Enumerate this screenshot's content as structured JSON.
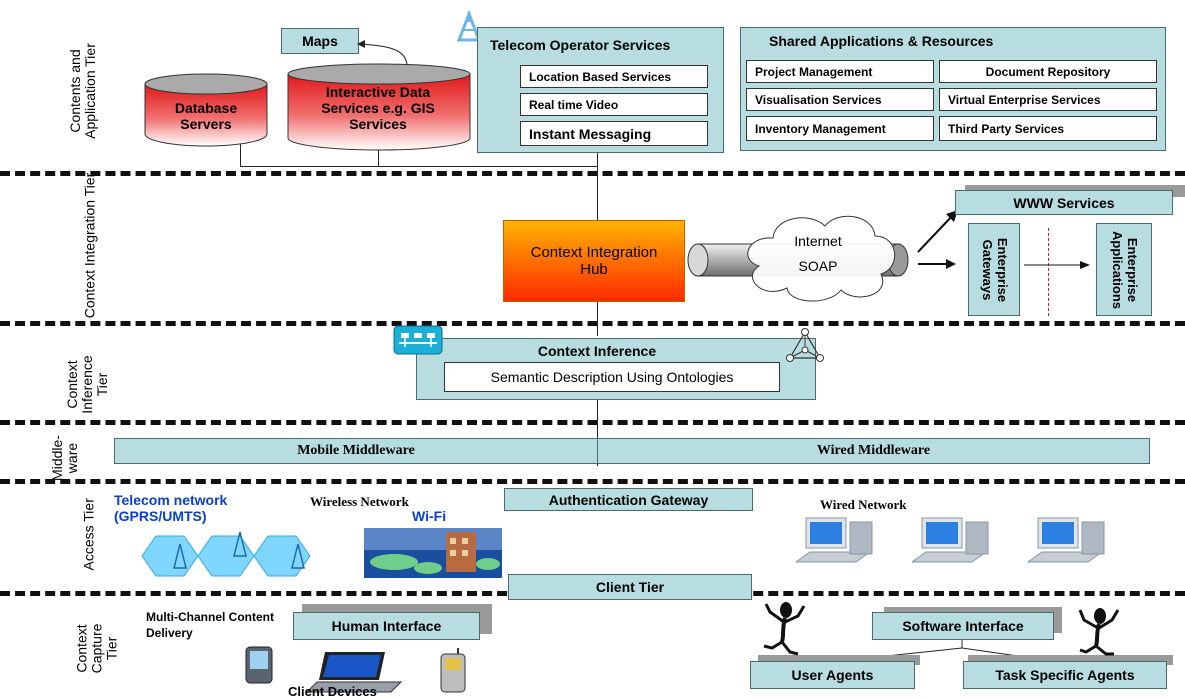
{
  "tiers": [
    "Contents and Application Tier",
    "Context Integration Tier",
    "Context Inference Tier",
    "Middle-ware",
    "Access Tier",
    "Context Capture Tier"
  ],
  "content_tier": {
    "maps": "Maps",
    "database_servers": "Database Servers",
    "interactive_data": "Interactive Data Services e.g. GIS Services",
    "telecom_title": "Telecom Operator Services",
    "telecom_items": [
      "Location Based Services",
      "Real time Video",
      "Instant Messaging"
    ],
    "shared_title": "Shared Applications & Resources",
    "shared_items": [
      "Project Management",
      "Document Repository",
      "Visualisation Services",
      "Virtual Enterprise Services",
      "Inventory Management",
      "Third Party Services"
    ]
  },
  "integration_tier": {
    "hub": "Context Integration Hub",
    "internet": "Internet",
    "soap": "SOAP",
    "www": "WWW Services",
    "gateways": "Enterprise Gateways",
    "applications": "Enterprise Applications"
  },
  "inference_tier": {
    "title": "Context Inference",
    "semantic": "Semantic Description Using Ontologies"
  },
  "middleware": {
    "mobile": "Mobile Middleware",
    "wired": "Wired Middleware"
  },
  "access_tier": {
    "telecom_network": "Telecom network (GPRS/UMTS)",
    "wireless_network": "Wireless Network",
    "wifi": "Wi-Fi",
    "auth_gateway": "Authentication Gateway",
    "wired_network": "Wired Network",
    "client_tier": "Client Tier"
  },
  "capture_tier": {
    "multichannel": "Multi-Channel Content Delivery",
    "human_interface": "Human Interface",
    "software_interface": "Software Interface",
    "user_agents": "User Agents",
    "task_agents": "Task Specific Agents",
    "client_devices": "Client Devices"
  },
  "colors": {
    "box": "#b7dde0",
    "red": "#d92020",
    "hub_top": "#ffb300",
    "hub_bottom": "#ff2a00",
    "blue_text": "#0a3fcf",
    "network_blue": "#7fd6ff"
  }
}
